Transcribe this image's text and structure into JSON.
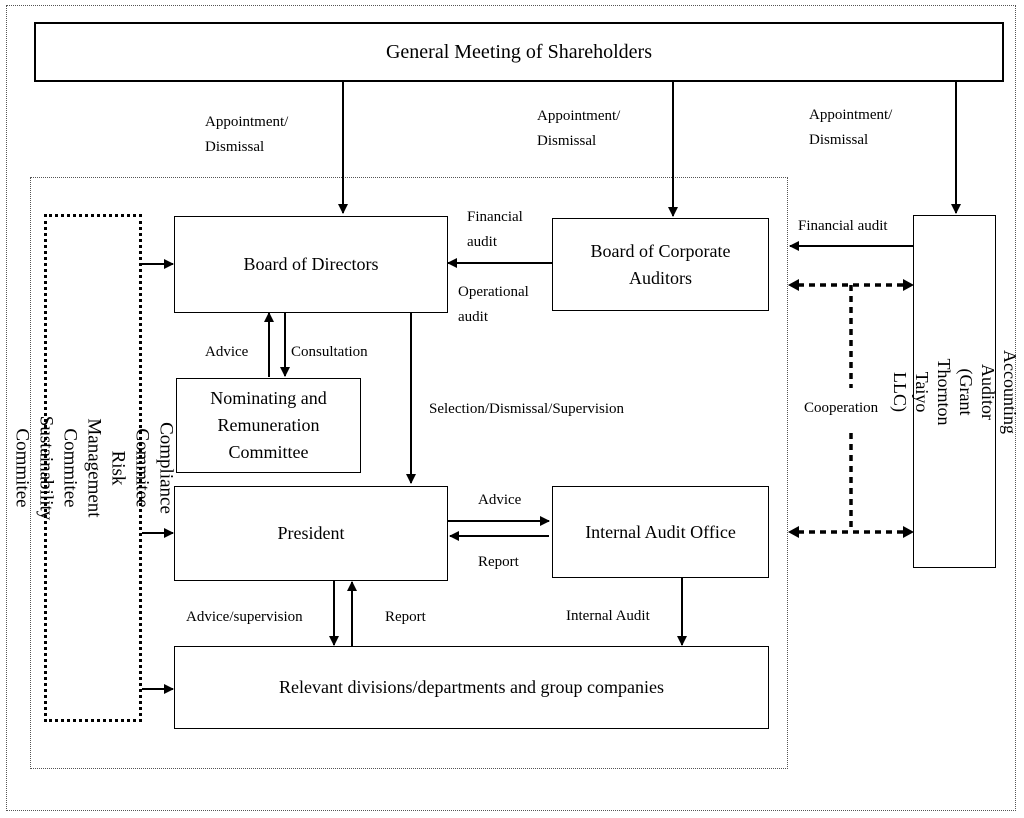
{
  "diagram": {
    "general_meeting": "General Meeting of Shareholders",
    "board_of_directors": "Board of Directors",
    "board_of_auditors": "Board of Corporate\nAuditors",
    "nominating_committee": "Nominating and\nRemuneration\nCommittee",
    "president": "President",
    "internal_audit_office": "Internal Audit Office",
    "relevant_divisions": "Relevant divisions/departments and group companies",
    "committees": "Compliance Commitee\nRisk Management Commitee\nSustainability Commitee",
    "accounting_auditor": "Accounting Auditor\n(Grant Thornton Taiyo LLC)"
  },
  "labels": {
    "appointment_1": "Appointment/\nDismissal",
    "appointment_2": "Appointment/\nDismissal",
    "appointment_3": "Appointment/\nDismissal",
    "financial_audit_internal": "Financial\naudit",
    "operational_audit": "Operational\naudit",
    "financial_audit_external": "Financial audit",
    "advice_up": "Advice",
    "consultation": "Consultation",
    "selection": "Selection/Dismissal/Supervision",
    "cooperation": "Cooperation",
    "advice_ia": "Advice",
    "report_ia": "Report",
    "advice_supervision": "Advice/supervision",
    "report_div": "Report",
    "internal_audit": "Internal Audit"
  }
}
